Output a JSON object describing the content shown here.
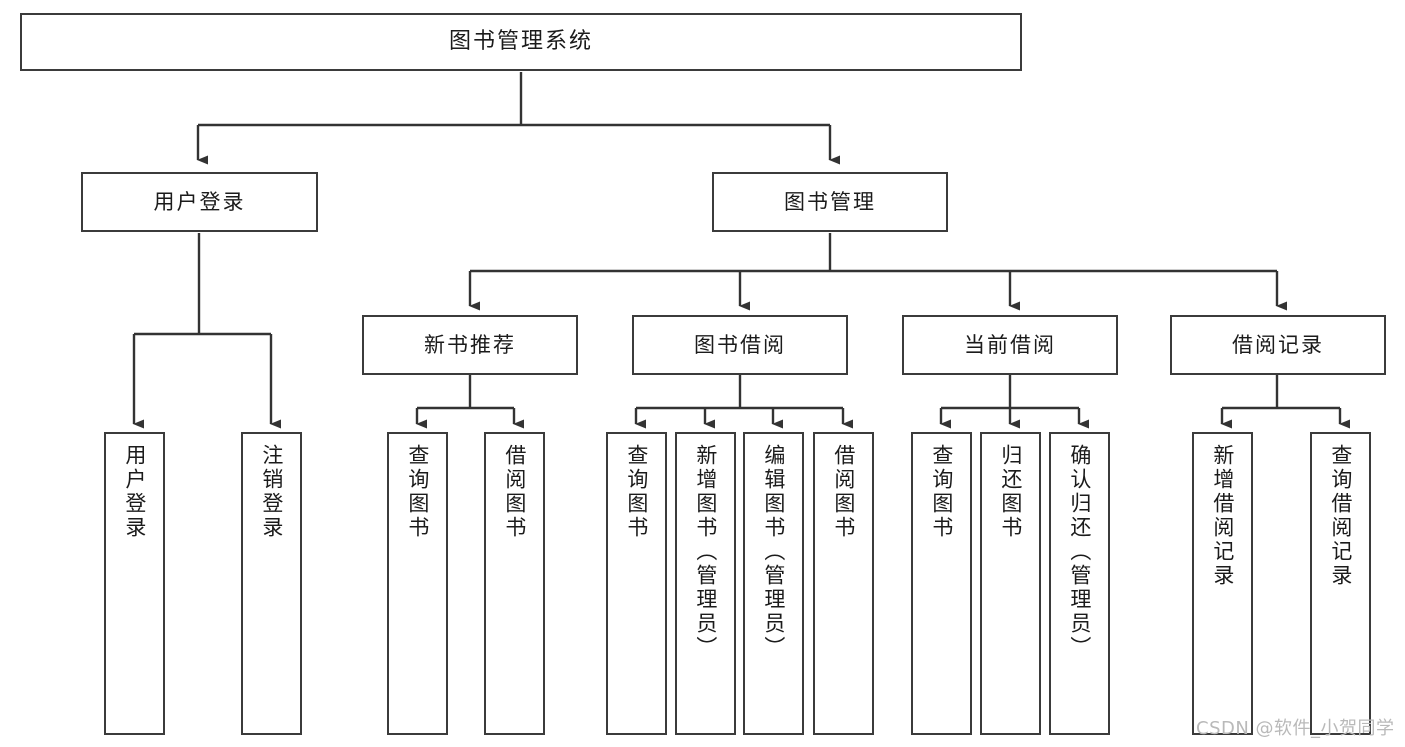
{
  "diagram": {
    "title": "图书管理系统",
    "type": "tree-hierarchy-diagram",
    "colors": {
      "box_border": "#3b3b3b",
      "box_fill": "#ffffff",
      "edge": "#333333",
      "text": "#1b1b1b",
      "watermark": "#b9b9b9",
      "background": "#ffffff"
    }
  },
  "nodes": {
    "root": {
      "label": "图书管理系统"
    },
    "level2": [
      {
        "label": "用户登录"
      },
      {
        "label": "图书管理"
      }
    ],
    "level3": [
      {
        "label": "新书推荐"
      },
      {
        "label": "图书借阅"
      },
      {
        "label": "当前借阅"
      },
      {
        "label": "借阅记录"
      }
    ],
    "leaves": {
      "user_login": [
        {
          "label": "用户登录"
        },
        {
          "label": "注销登录"
        }
      ],
      "new_book_rec": [
        {
          "label": "查询图书"
        },
        {
          "label": "借阅图书"
        }
      ],
      "book_borrow": [
        {
          "label": "查询图书"
        },
        {
          "label": "新增图书（管理员）"
        },
        {
          "label": "编辑图书（管理员）"
        },
        {
          "label": "借阅图书"
        }
      ],
      "current_borrow": [
        {
          "label": "查询图书"
        },
        {
          "label": "归还图书"
        },
        {
          "label": "确认归还（管理员）"
        }
      ],
      "borrow_record": [
        {
          "label": "新增借阅记录"
        },
        {
          "label": "查询借阅记录"
        }
      ]
    }
  },
  "watermark": {
    "text": "CSDN @软件_小贺同学"
  }
}
